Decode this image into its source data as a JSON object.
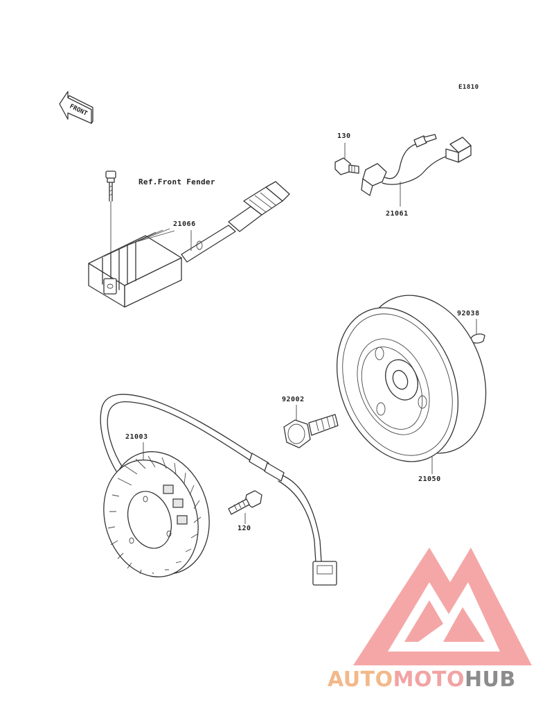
{
  "diagram": {
    "code": "E1810",
    "front_arrow_label": "FRONT",
    "reference_note": "Ref.Front Fender"
  },
  "parts": [
    {
      "number": "130"
    },
    {
      "number": "21061"
    },
    {
      "number": "21066"
    },
    {
      "number": "92038"
    },
    {
      "number": "92002"
    },
    {
      "number": "21003"
    },
    {
      "number": "21050"
    },
    {
      "number": "120"
    }
  ],
  "watermark": {
    "text_part_1": "AUTO",
    "text_part_2": "MOTO",
    "text_part_3": "HUB",
    "colors": {
      "auto": "#f3b88a",
      "moto": "#f2a3a3",
      "hub": "#8c8c8c",
      "logo": "#f28c8c"
    }
  }
}
